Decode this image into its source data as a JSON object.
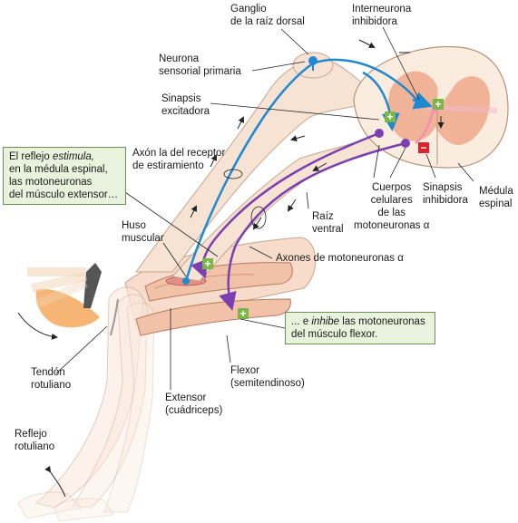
{
  "labels": {
    "ganglio": [
      "Ganglio",
      "de la raíz dorsal"
    ],
    "interneurona": [
      "Interneurona",
      "inhibidora"
    ],
    "neurona_sensorial": [
      "Neurona",
      "sensorial primaria"
    ],
    "sinapsis_excitadora": [
      "Sinapsis",
      "excitadora"
    ],
    "axon_receptor": [
      "Axón la del receptor",
      "de estiramiento"
    ],
    "cuerpos_celulares": [
      "Cuerpos",
      "celulares",
      "de las",
      "motoneuronas α"
    ],
    "sinapsis_inhibidora": [
      "Sinapsis",
      "inhibidora"
    ],
    "medula_espinal": [
      "Médula",
      "espinal"
    ],
    "raiz_ventral": [
      "Raíz",
      "ventral"
    ],
    "huso_muscular": [
      "Huso",
      "muscular"
    ],
    "axones_motoneuronas": "Axones de motoneuronas α",
    "tendon_rotuliano": [
      "Tendón",
      "rotuliano"
    ],
    "extensor": [
      "Extensor",
      "(cuádriceps)"
    ],
    "flexor": [
      "Flexor",
      "(semitendinoso)"
    ],
    "reflejo_rotuliano": [
      "Reflejo",
      "rotuliano"
    ]
  },
  "callouts": {
    "estimula": {
      "line1_pre": "El reflejo ",
      "line1_em": "estimula,",
      "line2": "en la médula espinal,",
      "line3": "las motoneuronas",
      "line4": "del músculo extensor…"
    },
    "inhibe": {
      "line1_pre": "... e ",
      "line1_em": "inhibe",
      "line1_post": " las motoneuronas",
      "line2": "del músculo flexor."
    }
  },
  "symbols": {
    "plus": "+",
    "minus": "−"
  },
  "colors": {
    "sensory_blue": "#1e88d0",
    "motor_purple": "#7a3fb0",
    "interneuron_pink": "#f48fb1",
    "plus_green": "#7ab648",
    "minus_red": "#e0202a",
    "spinal_gray": "#f6e3d3",
    "spinal_center": "#efa98a",
    "muscle": "#f1c2a8",
    "callout_bg": "#e8f2dc"
  }
}
